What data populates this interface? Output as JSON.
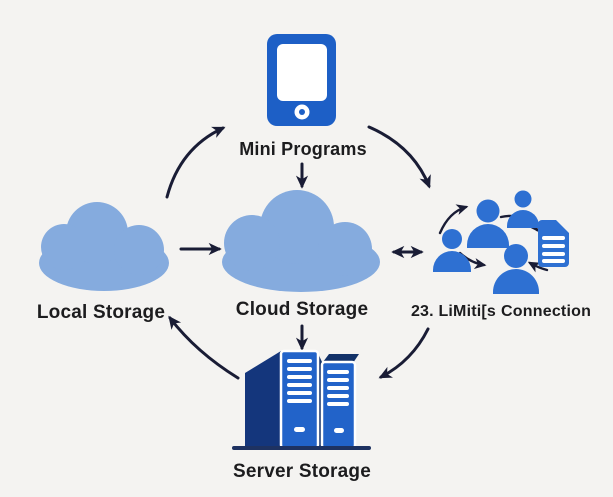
{
  "diagram": {
    "background_color": "#f4f3f1",
    "colors": {
      "phone_blue": "#1d5fc6",
      "cloud_blue": "#85abde",
      "people_blue": "#2e70d2",
      "server_front_blue": "#2263c9",
      "server_side_navy": "#14367c",
      "arrow_navy": "#191c35",
      "label_text": "#1c1c1e"
    },
    "nodes": {
      "mini_programs": {
        "label": "Mini Programs",
        "icon": "smartphone-icon"
      },
      "local_storage": {
        "label": "Local Storage",
        "icon": "cloud-icon"
      },
      "cloud_storage": {
        "label": "Cloud Storage",
        "icon": "cloud-icon"
      },
      "connection": {
        "label_prefix": "23. LiMiti[s",
        "label_bold": "Connection",
        "icon": "user-network-database-icon"
      },
      "server_storage": {
        "label": "Server Storage",
        "icon": "server-towers-icon"
      }
    },
    "edges": [
      {
        "from": "local_storage",
        "to": "mini_programs",
        "type": "curved-arrow"
      },
      {
        "from": "mini_programs",
        "to": "cloud_storage",
        "type": "straight-down-arrow"
      },
      {
        "from": "mini_programs",
        "to": "connection",
        "type": "curved-arrow"
      },
      {
        "from": "local_storage",
        "to": "cloud_storage",
        "type": "straight-right-arrow"
      },
      {
        "from": "cloud_storage",
        "to": "connection",
        "type": "double-headed-arrow"
      },
      {
        "from": "cloud_storage",
        "to": "server_storage",
        "type": "straight-down-arrow"
      },
      {
        "from": "server_storage",
        "to": "local_storage",
        "type": "curved-arrow"
      },
      {
        "from": "connection",
        "to": "server_storage",
        "type": "curved-arrow"
      }
    ]
  }
}
